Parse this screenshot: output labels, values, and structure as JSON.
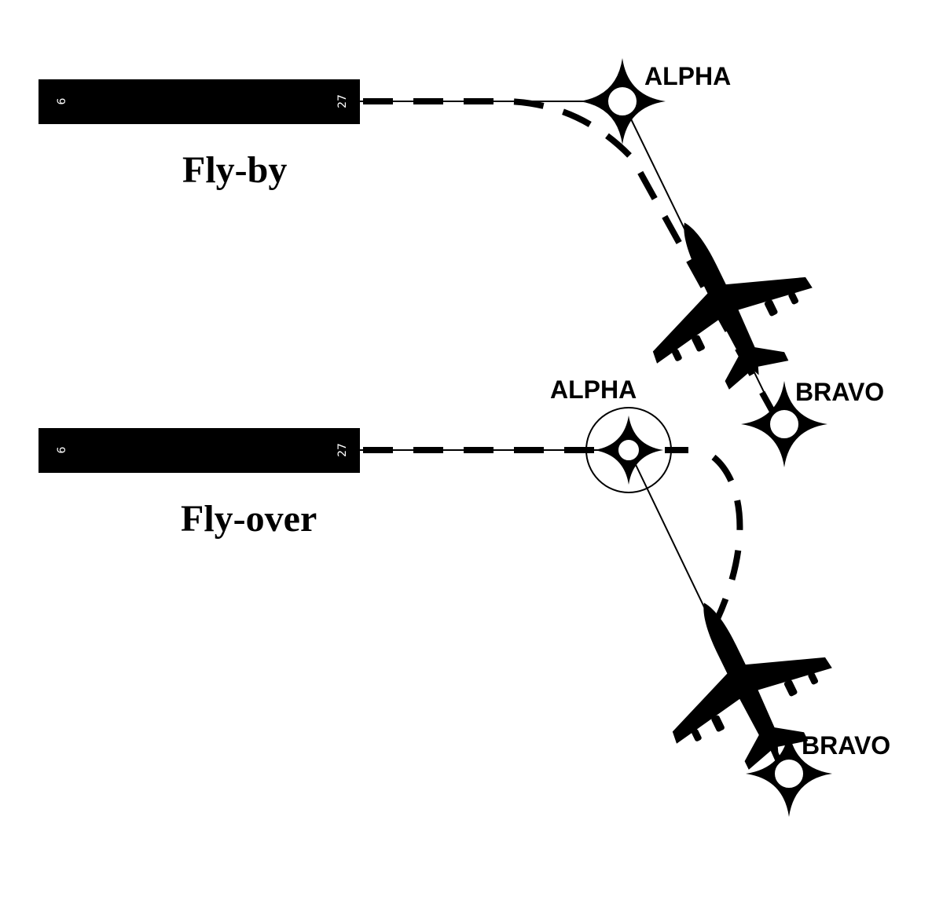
{
  "colors": {
    "ink": "#000000",
    "paper": "#ffffff"
  },
  "panels": {
    "fly_by": {
      "title": "Fly-by",
      "runway": {
        "left_number": "6",
        "right_number": "27"
      },
      "waypoint_1": {
        "label": "ALPHA",
        "icon": "fly-by-waypoint-icon"
      },
      "waypoint_2": {
        "label": "BRAVO",
        "icon": "fly-by-waypoint-icon"
      },
      "aircraft_icon": "airplane-icon"
    },
    "fly_over": {
      "title": "Fly-over",
      "runway": {
        "left_number": "6",
        "right_number": "27"
      },
      "waypoint_1": {
        "label": "ALPHA",
        "icon": "fly-over-waypoint-icon"
      },
      "waypoint_2": {
        "label": "BRAVO",
        "icon": "fly-by-waypoint-icon"
      },
      "aircraft_icon": "airplane-icon"
    }
  }
}
